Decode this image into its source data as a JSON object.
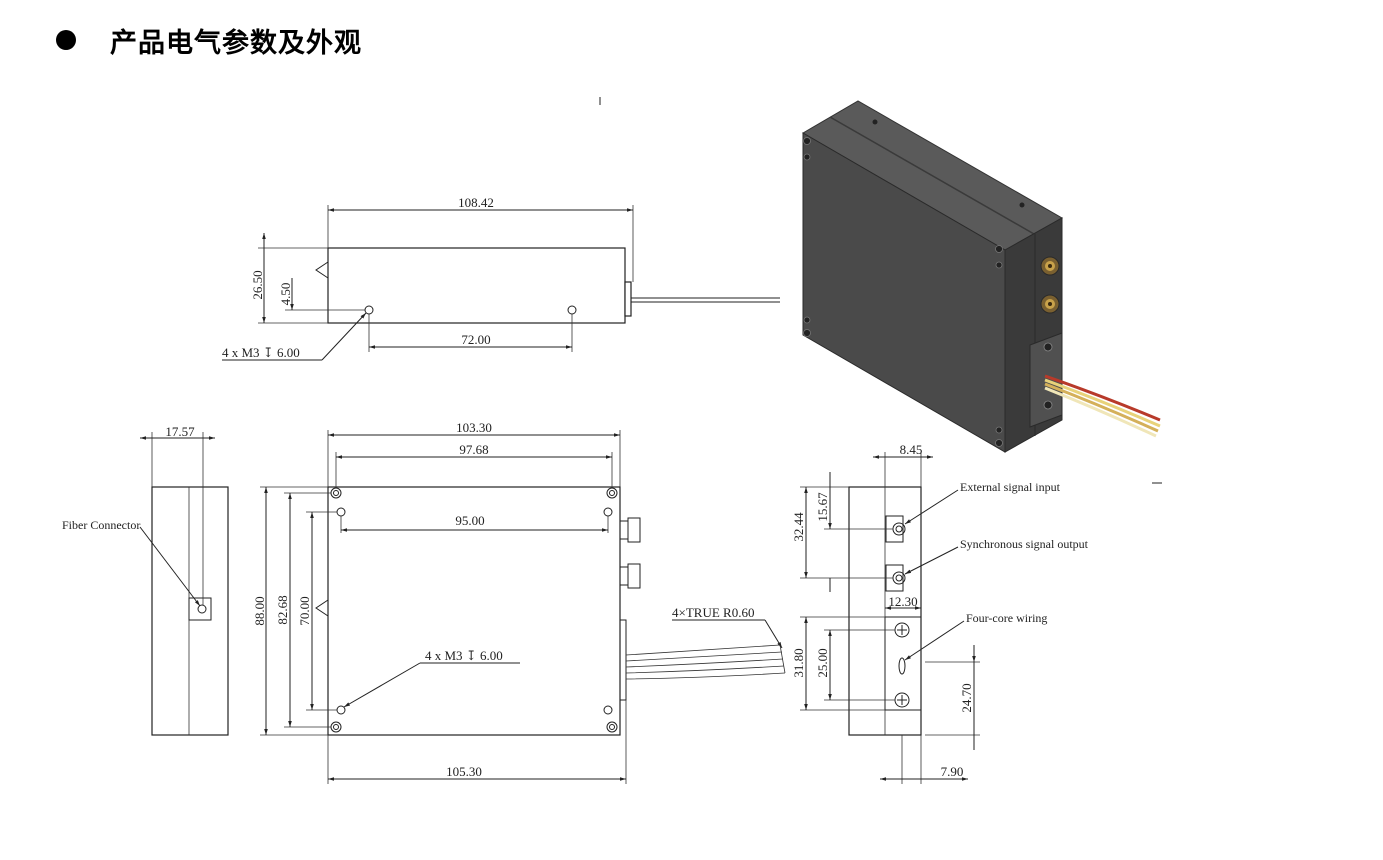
{
  "header": {
    "title": "产品电气参数及外观"
  },
  "top_view": {
    "length": "108.42",
    "height": "26.50",
    "offset": "4.50",
    "hole_spacing": "72.00",
    "hole_callout": "4 x  M3 ↧ 6.00"
  },
  "side_view": {
    "width": "17.57",
    "fiber_label": "Fiber Connector"
  },
  "front_view": {
    "overall_width": "103.30",
    "hole_span_outer": "97.68",
    "hole_span_inner": "95.00",
    "overall_height": "88.00",
    "hole_height_outer": "82.68",
    "hole_height_inner": "70.00",
    "hole_callout": "4 x  M3 ↧ 6.00",
    "cable_callout": "4×TRUE R0.60",
    "bottom_width": "105.30"
  },
  "end_view": {
    "top_offset": "8.45",
    "total_height_upper": "32.44",
    "signal_spacing": "15.67",
    "connector_width": "12.30",
    "lower_height": "31.80",
    "screw_spacing": "25.00",
    "wire_height": "24.70",
    "bottom_offset": "7.90",
    "labels": {
      "ext_input": "External signal input",
      "sync_output": "Synchronous signal output",
      "four_core": "Four-core wiring"
    }
  },
  "colors": {
    "housing": "#4a4a4a",
    "housing_dark": "#2e2e2e",
    "connector_gold": "#c9a24a",
    "wire_red": "#b83a2a",
    "wire_yellow": "#e8d27a"
  }
}
